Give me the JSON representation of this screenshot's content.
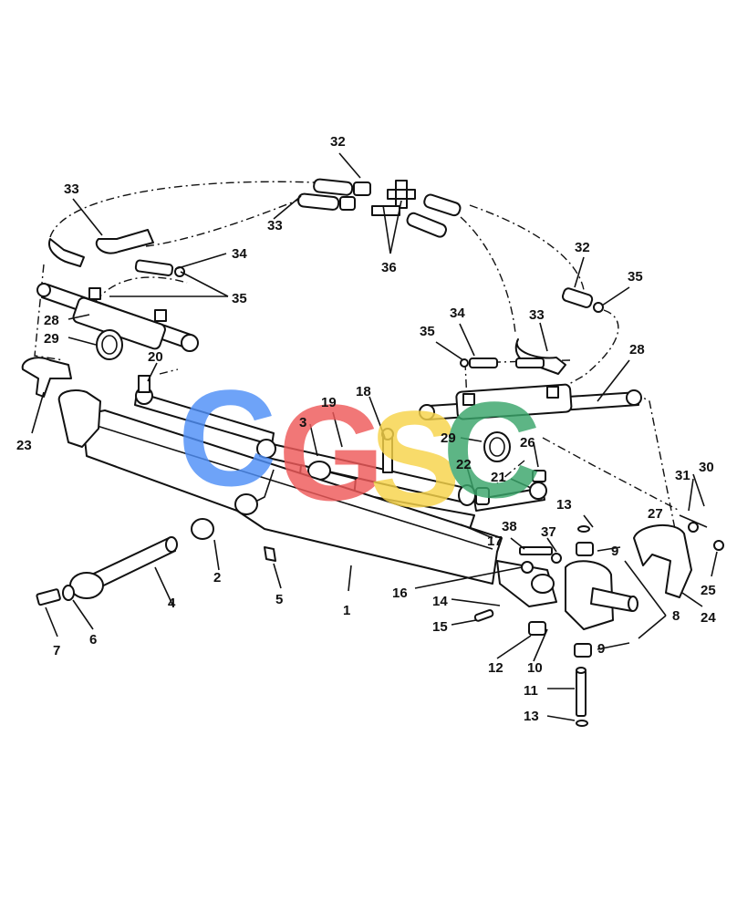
{
  "watermark": {
    "letters": [
      {
        "char": "C",
        "color": "#4f8ff7"
      },
      {
        "char": "G",
        "color": "#ef5a5a"
      },
      {
        "char": "S",
        "color": "#f7d44a"
      },
      {
        "char": "C",
        "color": "#3aa66b"
      }
    ]
  },
  "callouts": [
    {
      "label": "32"
    },
    {
      "label": "33"
    },
    {
      "label": "33"
    },
    {
      "label": "36"
    },
    {
      "label": "34"
    },
    {
      "label": "35"
    },
    {
      "label": "28"
    },
    {
      "label": "29"
    },
    {
      "label": "23"
    },
    {
      "label": "20"
    },
    {
      "label": "32"
    },
    {
      "label": "35"
    },
    {
      "label": "33"
    },
    {
      "label": "34"
    },
    {
      "label": "35"
    },
    {
      "label": "28"
    },
    {
      "label": "19"
    },
    {
      "label": "18"
    },
    {
      "label": "3"
    },
    {
      "label": "29"
    },
    {
      "label": "26"
    },
    {
      "label": "22"
    },
    {
      "label": "21"
    },
    {
      "label": "30"
    },
    {
      "label": "31"
    },
    {
      "label": "27"
    },
    {
      "label": "13"
    },
    {
      "label": "38"
    },
    {
      "label": "37"
    },
    {
      "label": "9"
    },
    {
      "label": "17"
    },
    {
      "label": "25"
    },
    {
      "label": "24"
    },
    {
      "label": "8"
    },
    {
      "label": "16"
    },
    {
      "label": "14"
    },
    {
      "label": "15"
    },
    {
      "label": "12"
    },
    {
      "label": "10"
    },
    {
      "label": "9"
    },
    {
      "label": "11"
    },
    {
      "label": "13"
    },
    {
      "label": "2"
    },
    {
      "label": "5"
    },
    {
      "label": "1"
    },
    {
      "label": "4"
    },
    {
      "label": "6"
    },
    {
      "label": "7"
    }
  ]
}
